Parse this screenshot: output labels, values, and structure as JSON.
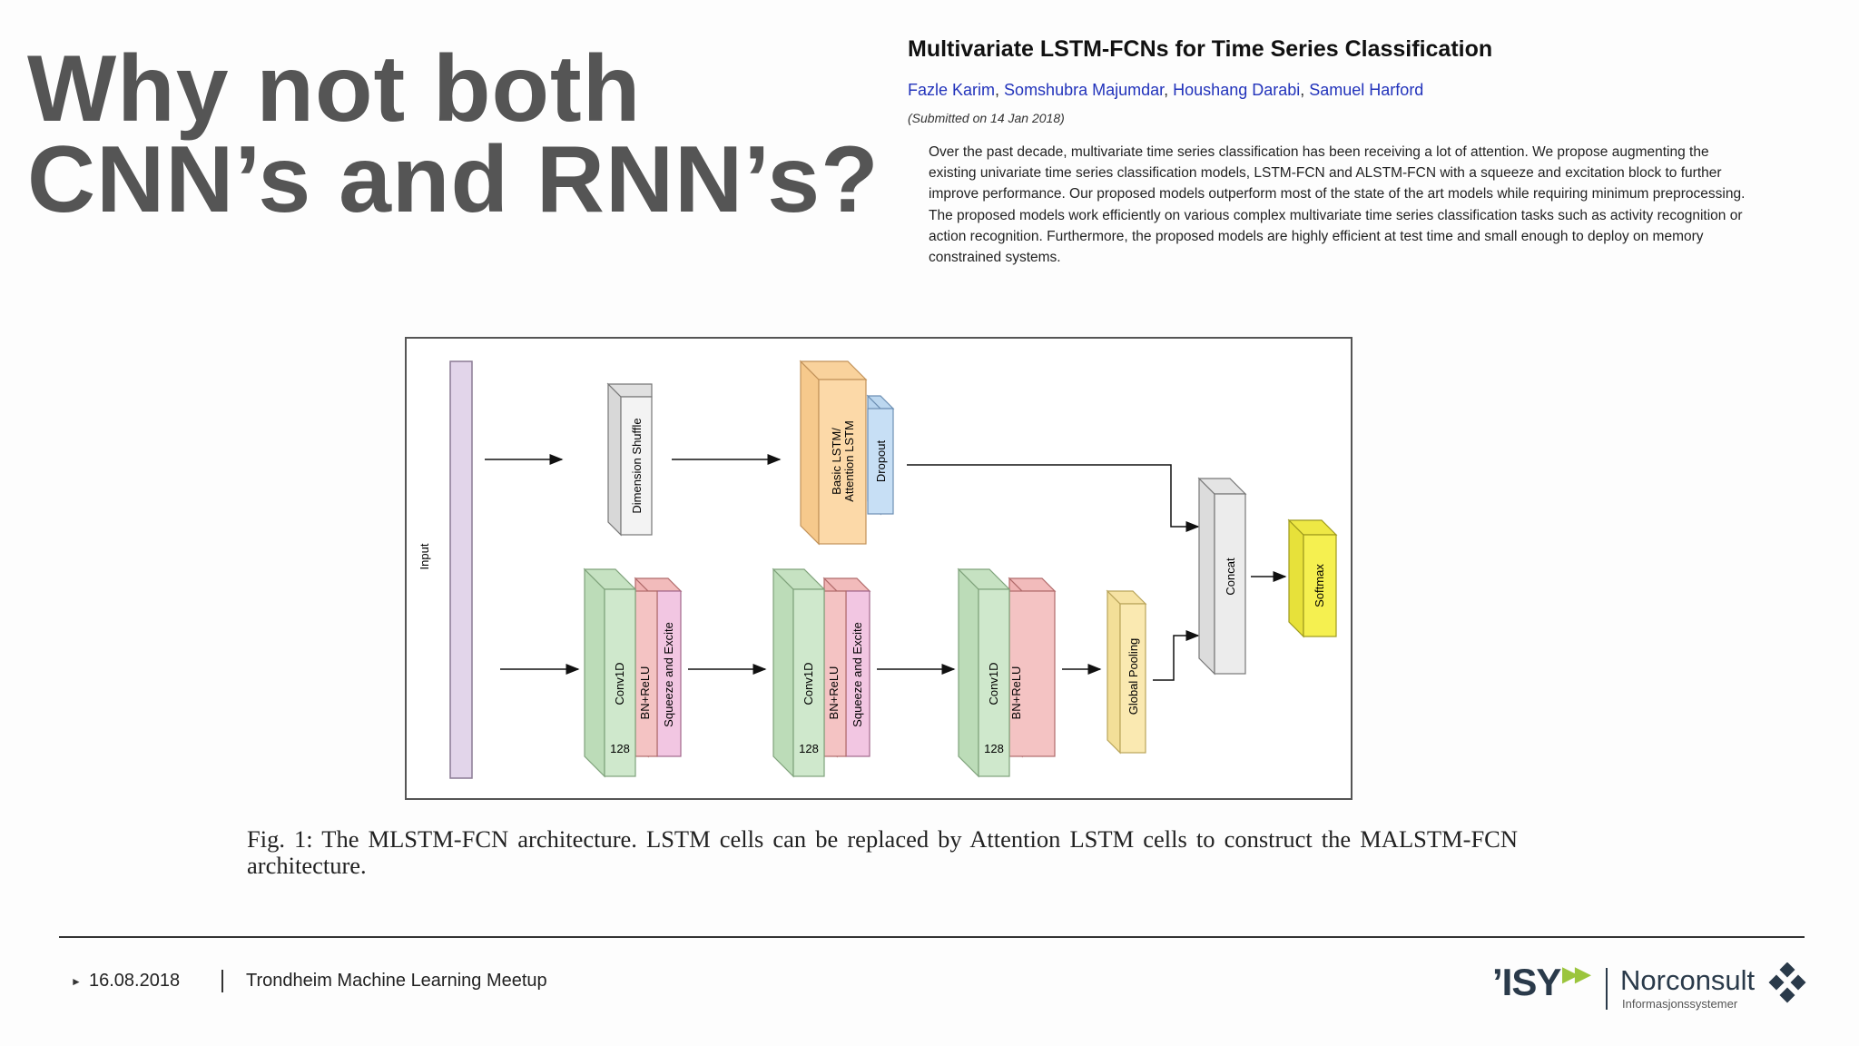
{
  "slide": {
    "title_line1": "Why not both",
    "title_line2": "CNN’s and RNN’s?"
  },
  "paper": {
    "title": "Multivariate LSTM-FCNs for Time Series Classification",
    "authors": [
      "Fazle Karim",
      "Somshubra Majumdar",
      "Houshang Darabi",
      "Samuel Harford"
    ],
    "submitted": "(Submitted on 14 Jan 2018)",
    "abstract": "Over the past decade, multivariate time series classification has been receiving a lot of attention. We propose augmenting the existing univariate time series classification models, LSTM-FCN and ALSTM-FCN with a squeeze and excitation block to further improve performance. Our proposed models outperform most of the state of the art models while requiring minimum preprocessing. The proposed models work efficiently on various complex multivariate time series classification tasks such as activity recognition or action recognition. Furthermore, the proposed models are highly efficient at test time and small enough to deploy on memory constrained systems."
  },
  "figure": {
    "labels": {
      "input": "Input",
      "dimension_shuffle": "Dimension Shuffle",
      "lstm_line1": "Basic LSTM/",
      "lstm_line2": "Attention LSTM",
      "dropout": "Dropout",
      "conv1d": "Conv1D",
      "filters": "128",
      "bn_relu": "BN+ReLU",
      "squeeze_excite": "Squeeze and Excite",
      "global_pooling": "Global Pooling",
      "concat": "Concat",
      "softmax": "Softmax"
    },
    "colors": {
      "input": "#e2d5ea",
      "dimension_shuffle": "#f3f3f3",
      "lstm": "#fcd9a8",
      "dropout": "#c7dff5",
      "conv": "#cfe8cc",
      "bn_relu": "#f4c3c3",
      "squeeze_excite": "#f2c6e2",
      "global_pooling": "#fae9b1",
      "concat": "#ececec",
      "softmax": "#f5f050"
    },
    "caption": "Fig. 1: The MLSTM-FCN architecture. LSTM cells can be replaced by Attention LSTM cells to construct the MALSTM-FCN architecture."
  },
  "footer": {
    "date": "16.08.2018",
    "event": "Trondheim Machine Learning Meetup"
  },
  "logos": {
    "isy": "ISY",
    "norconsult": "Norconsult",
    "norconsult_sub": "Informasjonssystemer"
  }
}
